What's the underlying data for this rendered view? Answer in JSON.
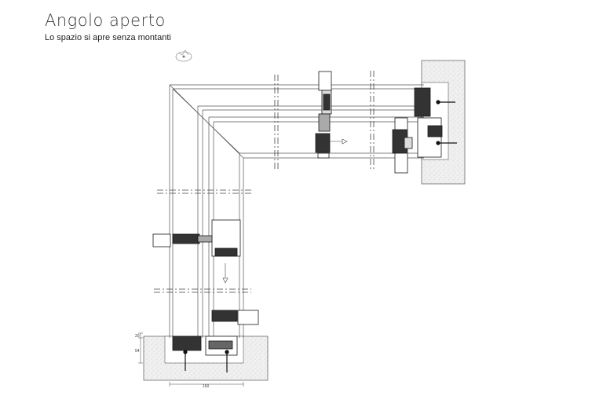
{
  "title": "Angolo aperto",
  "subtitle": "Lo spazio si apre senza montanti",
  "dimensions": {
    "width": "150",
    "height_a": "20",
    "height_b": "54"
  },
  "colors": {
    "line": "#555555",
    "profile": "#1a1a1a",
    "wall_fill": "#eeeeee"
  },
  "icons": [
    "compass-icon"
  ]
}
